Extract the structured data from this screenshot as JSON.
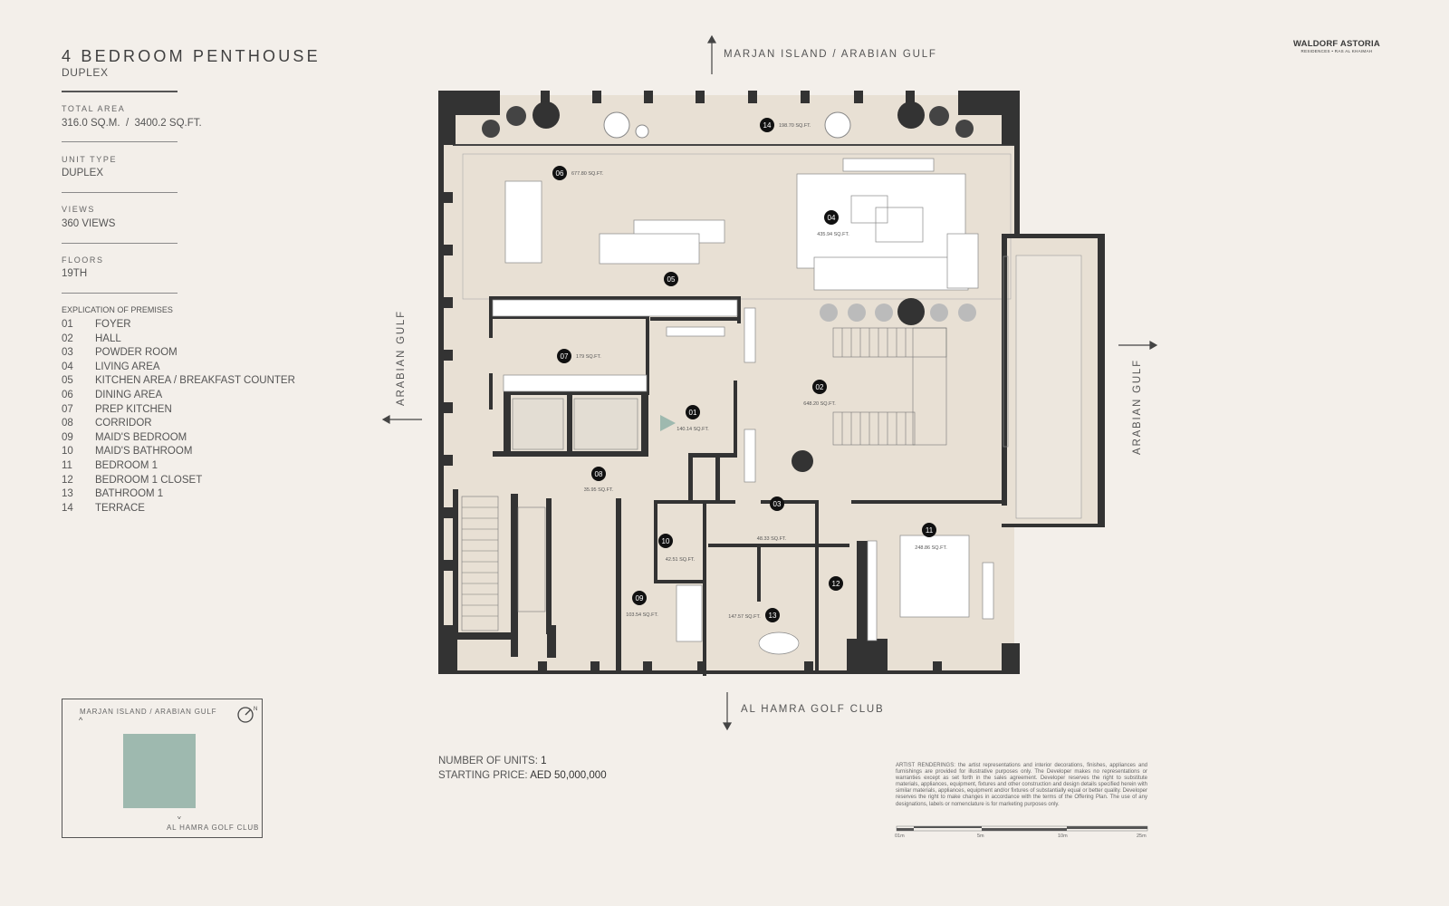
{
  "header": {
    "title": "4 BEDROOM PENTHOUSE",
    "subtitle": "DUPLEX"
  },
  "details": [
    {
      "label": "TOTAL AREA",
      "value": "316.0 SQ.M.  /  3400.2 SQ.FT."
    },
    {
      "label": "UNIT TYPE",
      "value": "DUPLEX"
    },
    {
      "label": "VIEWS",
      "value": "360 VIEWS"
    },
    {
      "label": "FLOORS",
      "value": "19TH"
    }
  ],
  "premises": {
    "title": "EXPLICATION OF PREMISES",
    "items": [
      {
        "num": "01",
        "name": "FOYER"
      },
      {
        "num": "02",
        "name": "HALL"
      },
      {
        "num": "03",
        "name": "POWDER ROOM"
      },
      {
        "num": "04",
        "name": "LIVING AREA"
      },
      {
        "num": "05",
        "name": "KITCHEN AREA / BREAKFAST COUNTER"
      },
      {
        "num": "06",
        "name": "DINING AREA"
      },
      {
        "num": "07",
        "name": "PREP KITCHEN"
      },
      {
        "num": "08",
        "name": "CORRIDOR"
      },
      {
        "num": "09",
        "name": "MAID'S BEDROOM"
      },
      {
        "num": "10",
        "name": "MAID'S BATHROOM"
      },
      {
        "num": "11",
        "name": "BEDROOM 1"
      },
      {
        "num": "12",
        "name": "BEDROOM 1 CLOSET"
      },
      {
        "num": "13",
        "name": "BATHROOM 1"
      },
      {
        "num": "14",
        "name": "TERRACE"
      }
    ]
  },
  "directions": {
    "north": "MARJAN ISLAND / ARABIAN GULF",
    "south": "AL HAMRA GOLF CLUB",
    "west": "ARABIAN GULF",
    "east": "ARABIAN GULF"
  },
  "logo": {
    "main": "WALDORF ASTORIA",
    "sub": "RESIDENCES • RAS AL KHAIMAH"
  },
  "plan": {
    "rooms": [
      {
        "num": "14",
        "area": "198.70 SQ.FT."
      },
      {
        "num": "06",
        "area": "677.80 SQ.FT."
      },
      {
        "num": "04",
        "area": "435.94 SQ.FT."
      },
      {
        "num": "05",
        "area": ""
      },
      {
        "num": "07",
        "area": "179 SQ.FT."
      },
      {
        "num": "02",
        "area": "648.20 SQ.FT."
      },
      {
        "num": "01",
        "area": "140.14 SQ.FT."
      },
      {
        "num": "08",
        "area": "35.95 SQ.FT."
      },
      {
        "num": "03",
        "area": "48.33 SQ.FT."
      },
      {
        "num": "11",
        "area": "248.86 SQ.FT."
      },
      {
        "num": "10",
        "area": "42.51 SQ.FT."
      },
      {
        "num": "12",
        "area": ""
      },
      {
        "num": "09",
        "area": "103.54 SQ.FT."
      },
      {
        "num": "13",
        "area": "147.57 SQ.FT."
      }
    ]
  },
  "keyplan": {
    "top": "MARJAN ISLAND / ARABIAN GULF",
    "bottom": "AL HAMRA GOLF CLUB",
    "north": "N"
  },
  "sales": {
    "units_label": "NUMBER OF UNITS:",
    "units_value": "1",
    "price_label": "STARTING PRICE:",
    "price_value": "AED 50,000,000"
  },
  "disclaimer": "ARTIST RENDERINGS: the artist representations and interior decorations, finishes, appliances and furnishings are provided for illustrative purposes only. The Developer makes no representations or warranties except as set forth in the sales agreement. Developer reserves the right to substitute materials, appliances, equipment, fixtures and other construction and design details specified herein with similar materials, appliances, equipment and/or fixtures of substantially equal or better quality. Developer reserves the right to make changes in accordance with the terms of the Offering Plan. The use of any designations, labels or nomenclature is for marketing purposes only.",
  "scale": [
    "01m",
    "5m",
    "10m",
    "25m"
  ],
  "colors": {
    "background": "#f3efea",
    "floor": "#e8e0d4",
    "wall": "#333333",
    "accent": "#9eb9af"
  }
}
